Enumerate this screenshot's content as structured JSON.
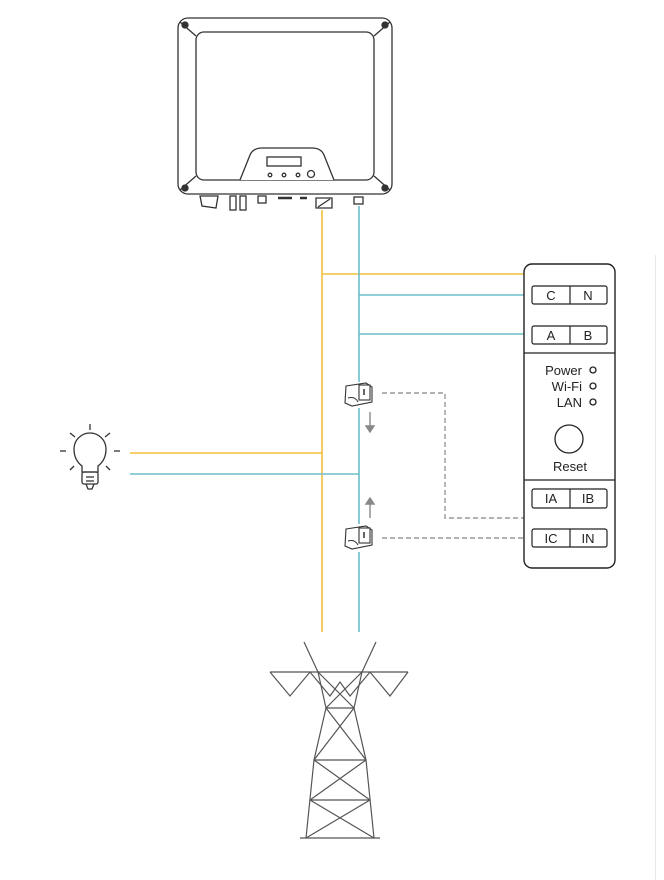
{
  "colors": {
    "live": "#f0bf3c",
    "neutral": "#6bbdcc",
    "ct_signal": "#999999",
    "outline": "#333333"
  },
  "meter": {
    "terminals_top": [
      {
        "left": "C",
        "right": "N"
      },
      {
        "left": "A",
        "right": "B"
      }
    ],
    "indicators": [
      "Power",
      "Wi-Fi",
      "LAN"
    ],
    "reset_label": "Reset",
    "terminals_ct": [
      {
        "left": "IA",
        "right": "IB"
      },
      {
        "left": "IC",
        "right": "IN"
      }
    ]
  },
  "icons": [
    "inverter-icon",
    "light-bulb-icon",
    "ct-clamp-icon",
    "power-tower-icon"
  ]
}
